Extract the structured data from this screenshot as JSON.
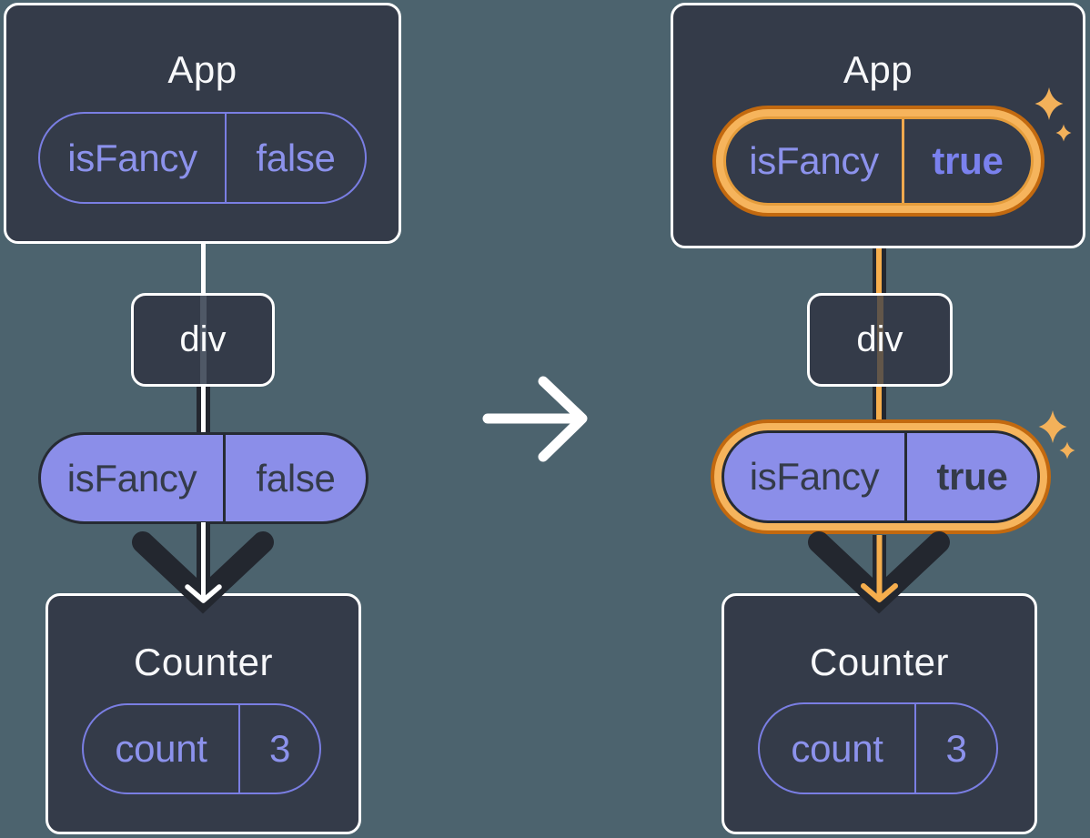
{
  "diagram": {
    "description_colors": {
      "background": "#4C636E",
      "card_fill": "#343B49",
      "card_border": "#FFFFFF",
      "pill_outline_purple": "#7A7EE3",
      "pill_text_purple": "#8C92EC",
      "pill_fill_purple": "#8B8EE9",
      "ink_dark": "#23272F",
      "highlight_orange_light": "#F6B45C",
      "highlight_orange_dark": "#C2690F",
      "line_orange": "#F6AE4D"
    },
    "left": {
      "app": {
        "title": "App",
        "prop": {
          "name": "isFancy",
          "value": "false"
        }
      },
      "div_label": "div",
      "passed_prop": {
        "name": "isFancy",
        "value": "false"
      },
      "counter": {
        "title": "Counter",
        "state": {
          "name": "count",
          "value": "3"
        }
      }
    },
    "right": {
      "app": {
        "title": "App",
        "prop": {
          "name": "isFancy",
          "value": "true"
        }
      },
      "div_label": "div",
      "passed_prop": {
        "name": "isFancy",
        "value": "true"
      },
      "counter": {
        "title": "Counter",
        "state": {
          "name": "count",
          "value": "3"
        }
      }
    },
    "icons": {
      "transition": "right-arrow-icon",
      "highlight": "sparkle-icon",
      "flow": "down-arrowhead-icon"
    }
  }
}
